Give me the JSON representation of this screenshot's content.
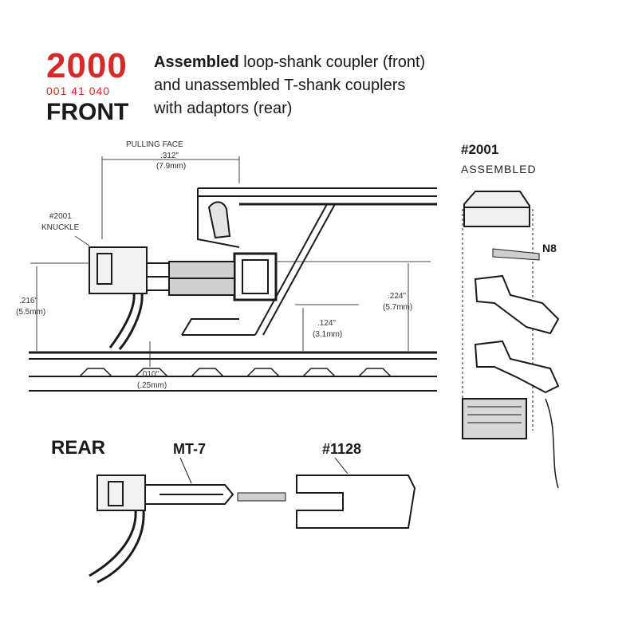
{
  "header": {
    "part_number": "2000",
    "catalog_number": "001 41 040",
    "view_front": "FRONT",
    "description_bold": "Assembled",
    "description_line1_rest": " loop-shank coupler (front)",
    "description_line2": "and unassembled T-shank couplers",
    "description_line3": "with adaptors (rear)"
  },
  "front_drawing": {
    "pulling_face": "PULLING FACE",
    "pulling_face_dim": ".312\"",
    "pulling_face_mm": "(7.9mm)",
    "knuckle_part": "#2001",
    "knuckle_label": "KNUCKLE",
    "height_left": ".216\"",
    "height_left_mm": "(5.5mm)",
    "height_right": ".224\"",
    "height_right_mm": "(5.7mm)",
    "gap_mid": ".124\"",
    "gap_mid_mm": "(3.1mm)",
    "clearance": ".010\"",
    "clearance_mm": "(.25mm)"
  },
  "exploded_view": {
    "title": "#2001",
    "subtitle": "ASSEMBLED",
    "spring_label": "N8"
  },
  "rear_drawing": {
    "title": "REAR",
    "coupler_label": "MT-7",
    "adaptor_label": "#1128"
  }
}
